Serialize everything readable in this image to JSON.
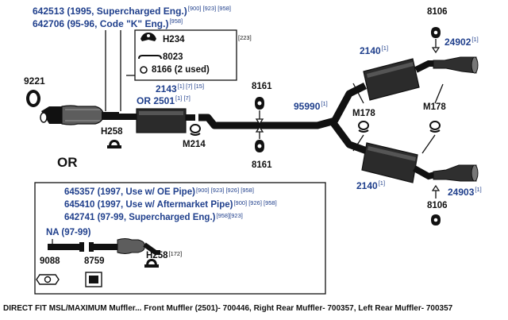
{
  "top_parts": {
    "p1": {
      "num": "642513",
      "desc": "(1995, Supercharged Eng.)",
      "notes": "[900] [923] [958]"
    },
    "p2": {
      "num": "642706",
      "desc": "(95-96, Code \"K\" Eng.)",
      "notes": "[958]"
    }
  },
  "kit": {
    "items": [
      "H234",
      "8023",
      "8166 (2 used)"
    ],
    "note": "[223]"
  },
  "labels": {
    "l9221": "9221",
    "h258": "H258",
    "front_a": "2143",
    "front_a_notes": "[1] [7] [15]",
    "front_b": "OR 2501",
    "front_b_notes": "[1] [7]",
    "m214": "M214",
    "c8161_top": "8161",
    "c8161_bot": "8161",
    "pipe": "95990",
    "pipe_notes": "[1]",
    "m178_left": "M178",
    "m178_right": "M178",
    "rr_muffler": "2140",
    "rr_muffler_notes": "[1]",
    "lr_muffler": "2140",
    "lr_muffler_notes": "[1]",
    "tip_top": "24902",
    "tip_top_notes": "[1]",
    "tip_bot": "24903",
    "tip_bot_notes": "[1]",
    "c8106_top": "8106",
    "c8106_bot": "8106",
    "or_big": "OR"
  },
  "alt_box": {
    "p1": {
      "num": "645357",
      "desc": "(1997, Use w/ OE Pipe)",
      "notes": "[900] [923] [926] [958]"
    },
    "p2": {
      "num": "645410",
      "desc": "(1997, Use w/ Aftermarket Pipe)",
      "notes": "[900] [926] [958]"
    },
    "p3": {
      "num": "642741",
      "desc": "(97-99, Supercharged Eng.)",
      "notes": "[958][923]"
    },
    "na": "NA (97-99)",
    "g9088": "9088",
    "g8759": "8759",
    "h258": "H258",
    "h258_notes": "[172]"
  },
  "caption": "DIRECT FIT MSL/MAXIMUM Muffler... Front Muffler (2501)- 700446, Right Rear Muffler- 700357, Left Rear Muffler- 700357"
}
